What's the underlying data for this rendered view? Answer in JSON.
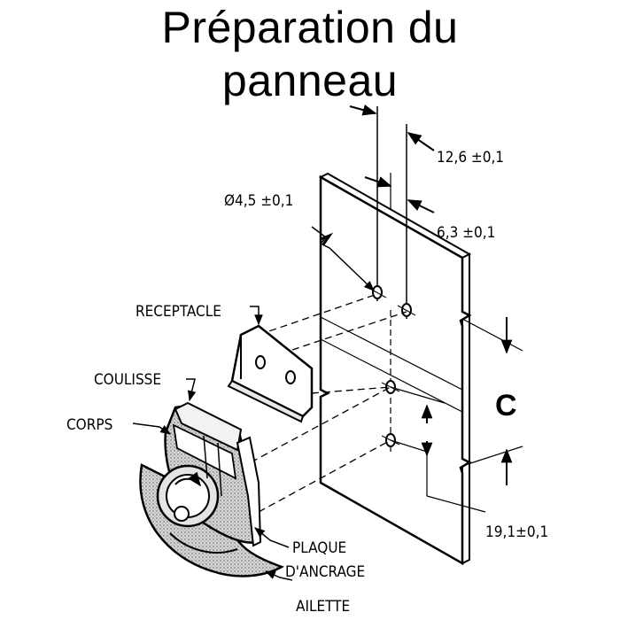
{
  "title": {
    "line1": "Préparation du",
    "line2": "panneau"
  },
  "dimensions": {
    "hole_spacing": "12,6 ±0,1",
    "edge_offset": "6,3 ±0,1",
    "hole_diameter": "Ø4,5 ±0,1",
    "vertical_spacing": "19,1±0,1",
    "variable": "C"
  },
  "parts": {
    "receptacle": "RECEPTACLE",
    "coulisse": "COULISSE",
    "corps": "CORPS",
    "plaque_line1": "PLAQUE",
    "plaque_line2": "D'ANCRAGE",
    "ailette": "AILETTE"
  }
}
